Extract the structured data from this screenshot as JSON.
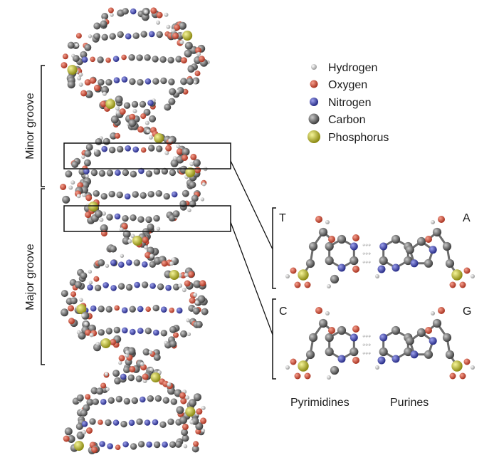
{
  "grooves": {
    "minor": "Minor groove",
    "major": "Major groove"
  },
  "legend": [
    {
      "label": "Hydrogen",
      "color": "#e6e6e6",
      "icon": "hydrogen-atom-icon"
    },
    {
      "label": "Oxygen",
      "color": "#d9503f",
      "icon": "oxygen-atom-icon"
    },
    {
      "label": "Nitrogen",
      "color": "#4a4fb8",
      "icon": "nitrogen-atom-icon"
    },
    {
      "label": "Carbon",
      "color": "#7a7a7a",
      "icon": "carbon-atom-icon"
    },
    {
      "label": "Phosphorus",
      "color": "#c9c832",
      "icon": "phosphorus-atom-icon"
    }
  ],
  "base_pairs": [
    {
      "left": "T",
      "right": "A"
    },
    {
      "left": "C",
      "right": "G"
    }
  ],
  "categories": {
    "left": "Pyrimidines",
    "right": "Purines"
  }
}
